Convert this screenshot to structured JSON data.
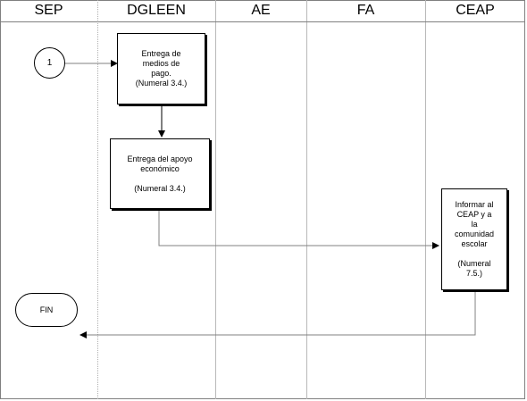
{
  "lanes": {
    "sep": "SEP",
    "dgleen": "DGLEEN",
    "ae": "AE",
    "fa": "FA",
    "ceap": "CEAP"
  },
  "connector": {
    "label": "1"
  },
  "step1": {
    "line1": "Entrega de",
    "line2": "medios de",
    "line3": "pago.",
    "line4": "(Numeral 3.4.)"
  },
  "step2": {
    "line1": "Entrega del apoyo",
    "line2": "económico",
    "line3": "(Numeral 3.4.)"
  },
  "step3": {
    "line1": "Informar al",
    "line2": "CEAP y a",
    "line3": "la",
    "line4": "comunidad",
    "line5": "escolar",
    "line6": "(Numeral",
    "line7": "7.5.)"
  },
  "end": {
    "label": "FIN"
  }
}
